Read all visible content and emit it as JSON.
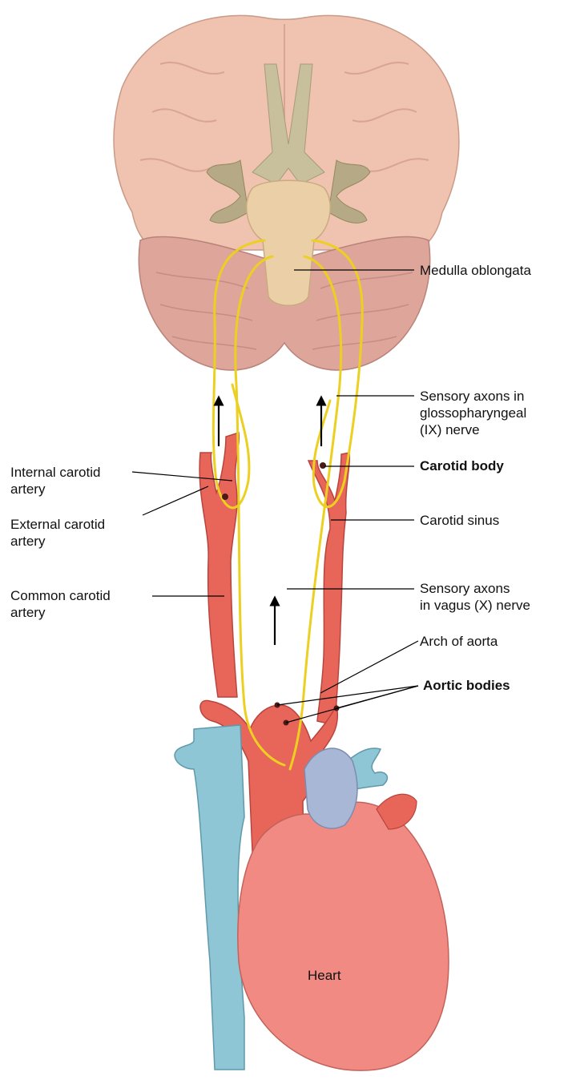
{
  "labels": {
    "medulla": "Medulla oblongata",
    "sensory_ix": [
      "Sensory axons in",
      "glossopharyngeal",
      "(IX) nerve"
    ],
    "internal_carotid": [
      "Internal carotid",
      "artery"
    ],
    "external_carotid": [
      "External carotid",
      "artery"
    ],
    "carotid_body": "Carotid body",
    "carotid_sinus": "Carotid sinus",
    "common_carotid": [
      "Common carotid",
      "artery"
    ],
    "sensory_x": [
      "Sensory axons",
      "in vagus (X) nerve"
    ],
    "arch_aorta": "Arch of aorta",
    "aortic_bodies": "Aortic bodies",
    "heart": "Heart"
  },
  "colors": {
    "brain": "#f0c2b0",
    "cerebellum": "#dea59a",
    "brainstem": "#ebcfa7",
    "cranial_nerves": "#b6aa86",
    "artery": "#e8655a",
    "vein": "#8fc6d6",
    "heart": "#f08a82",
    "nerve": "#ecd021"
  }
}
